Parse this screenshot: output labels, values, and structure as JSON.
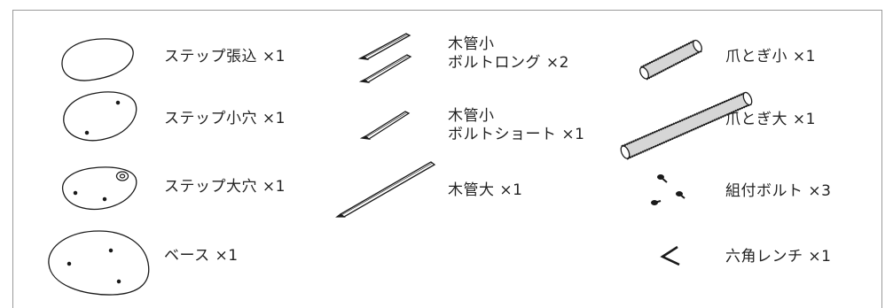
{
  "parts": {
    "step_hari": "ステップ張込 ×1",
    "step_shoana": "ステップ小穴 ×1",
    "step_daiana": "ステップ大穴 ×1",
    "base": "ベース ×1",
    "mokkan_sho_long_1": "木管小",
    "mokkan_sho_long_2": "ボルトロング ×2",
    "mokkan_sho_short_1": "木管小",
    "mokkan_sho_short_2": "ボルトショート ×1",
    "mokkan_dai": "木管大 ×1",
    "tsumetogi_sho": "爪とぎ小 ×1",
    "tsumetogi_dai": "爪とぎ大 ×1",
    "kumitsuke_bolt": "組付ボルト ×3",
    "rokkaku_wrench": "六角レンチ ×1"
  }
}
